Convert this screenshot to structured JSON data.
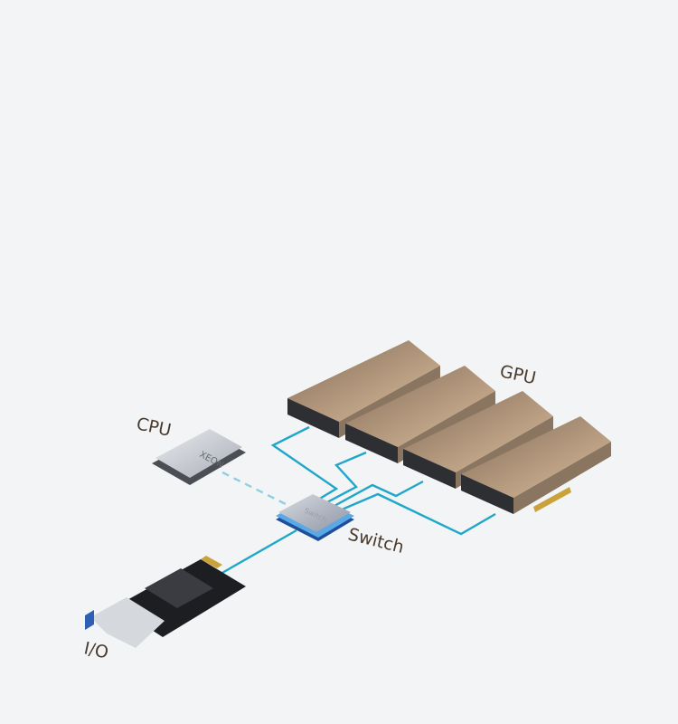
{
  "labels": {
    "gpu": "GPU",
    "cpu": "CPU",
    "switch": "Switch",
    "io": "I/O"
  },
  "chips": {
    "cpu_marking": "XEON",
    "switch_marking": "Switch"
  },
  "colors": {
    "background": "#f3f4f6",
    "link": "#1fa7c9",
    "gpu_body": "#a88b6e",
    "label": "#4a3a2c"
  }
}
